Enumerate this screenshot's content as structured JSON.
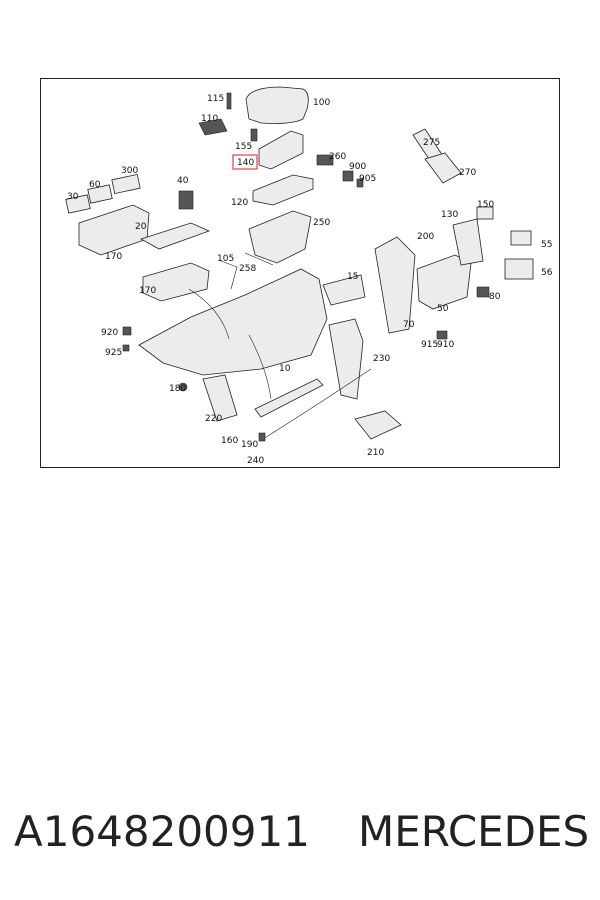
{
  "diagram": {
    "labels": [
      "115",
      "100",
      "110",
      "155",
      "140",
      "260",
      "275",
      "900",
      "905",
      "270",
      "300",
      "60",
      "40",
      "30",
      "120",
      "250",
      "150",
      "130",
      "200",
      "55",
      "20",
      "170",
      "105",
      "258",
      "15",
      "56",
      "80",
      "170",
      "70",
      "50",
      "920",
      "925",
      "915",
      "910",
      "10",
      "230",
      "180",
      "220",
      "160",
      "190",
      "240",
      "210"
    ],
    "highlighted_label": "140",
    "highlight_color": "#e04040"
  },
  "caption": {
    "part_number": "A1648200911",
    "brand": "MERCEDES"
  }
}
